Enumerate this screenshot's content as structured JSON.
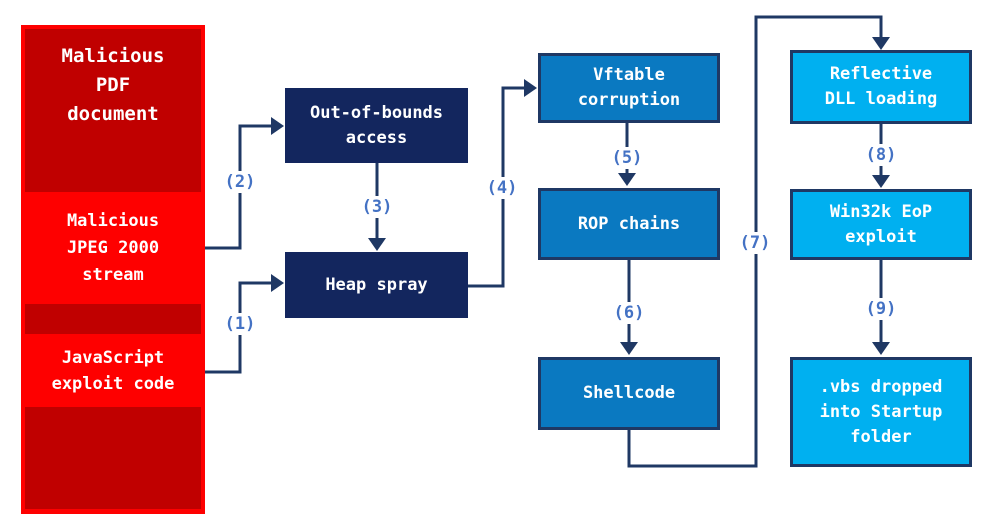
{
  "colors": {
    "bright_red": "#fe0000",
    "dark_red": "#c00000",
    "navy_box": "#13265e",
    "mid_blue_box": "#0a79c1",
    "cyan_box": "#00b0f0",
    "connector_navy": "#1f3864",
    "edge_label_blue": "#4472c4"
  },
  "pdf_stack": {
    "title": "Malicious\nPDF\ndocument",
    "jpeg_stream": "Malicious\nJPEG 2000\nstream",
    "js_exploit": "JavaScript\nexploit code"
  },
  "nodes": {
    "oob": "Out-of-bounds\naccess",
    "heap": "Heap spray",
    "vftable": "Vftable\ncorruption",
    "rop": "ROP chains",
    "shellcode": "Shellcode",
    "reflective": "Reflective\nDLL loading",
    "win32k": "Win32k EoP\nexploit",
    "vbs": ".vbs dropped\ninto Startup\nfolder"
  },
  "edge_labels": {
    "e1": "(1)",
    "e2": "(2)",
    "e3": "(3)",
    "e4": "(4)",
    "e5": "(5)",
    "e6": "(6)",
    "e7": "(7)",
    "e8": "(8)",
    "e9": "(9)"
  }
}
